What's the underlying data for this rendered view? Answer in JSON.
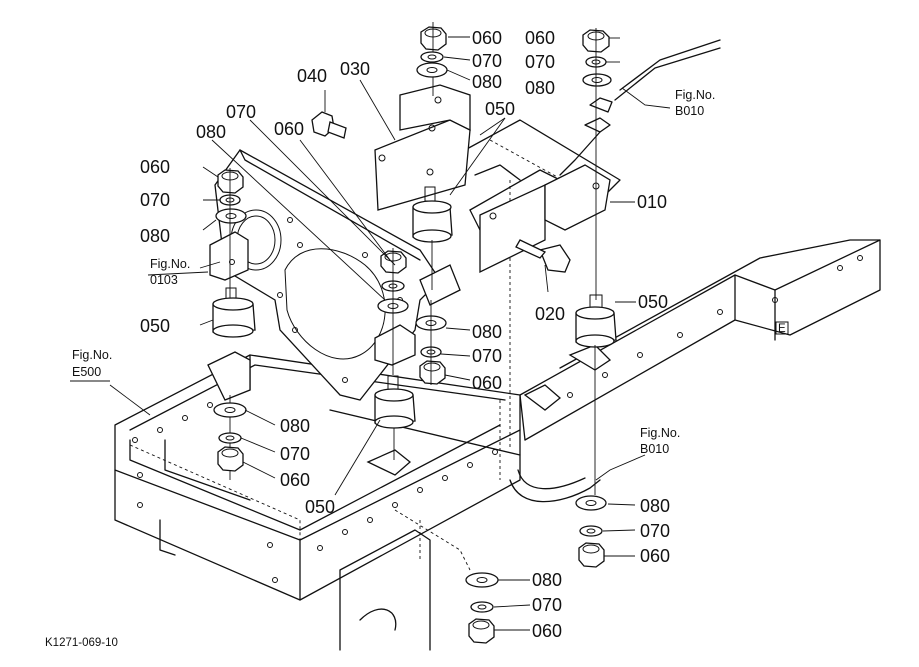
{
  "diagram_code": "K1271-069-10",
  "part_labels": {
    "p010": "010",
    "p020": "020",
    "p030": "030",
    "p040": "040",
    "p050": "050",
    "p060": "060",
    "p070": "070",
    "p080": "080"
  },
  "figure_refs": {
    "label": "Fig.No.",
    "b010": "B010",
    "e500": "E500",
    "f0103": "0103"
  },
  "frame_marker": "E"
}
